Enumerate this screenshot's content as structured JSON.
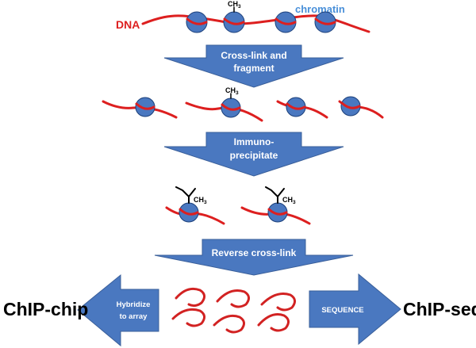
{
  "labels": {
    "dna": "DNA",
    "chromatin": "chromatin",
    "methyl_main": "CH",
    "methyl_sub": "3"
  },
  "steps": {
    "crosslink_line1": "Cross-link and",
    "crosslink_line2": "fragment",
    "ip_line1": "Immuno-",
    "ip_line2": "precipitate",
    "reverse": "Reverse cross-link"
  },
  "outputs": {
    "left_line1": "Hybridize",
    "left_line2": "to array",
    "left_title": "ChIP-chip",
    "right_label": "SEQUENCE",
    "right_title": "ChIP-seq"
  },
  "colors": {
    "dna": "#dd1f1f",
    "nucleosome": "#4a78c0",
    "arrow": "#4a78c0",
    "chromatin_label": "#4a90d9"
  },
  "icons": [
    "methyl-group-icon",
    "antibody-icon"
  ]
}
